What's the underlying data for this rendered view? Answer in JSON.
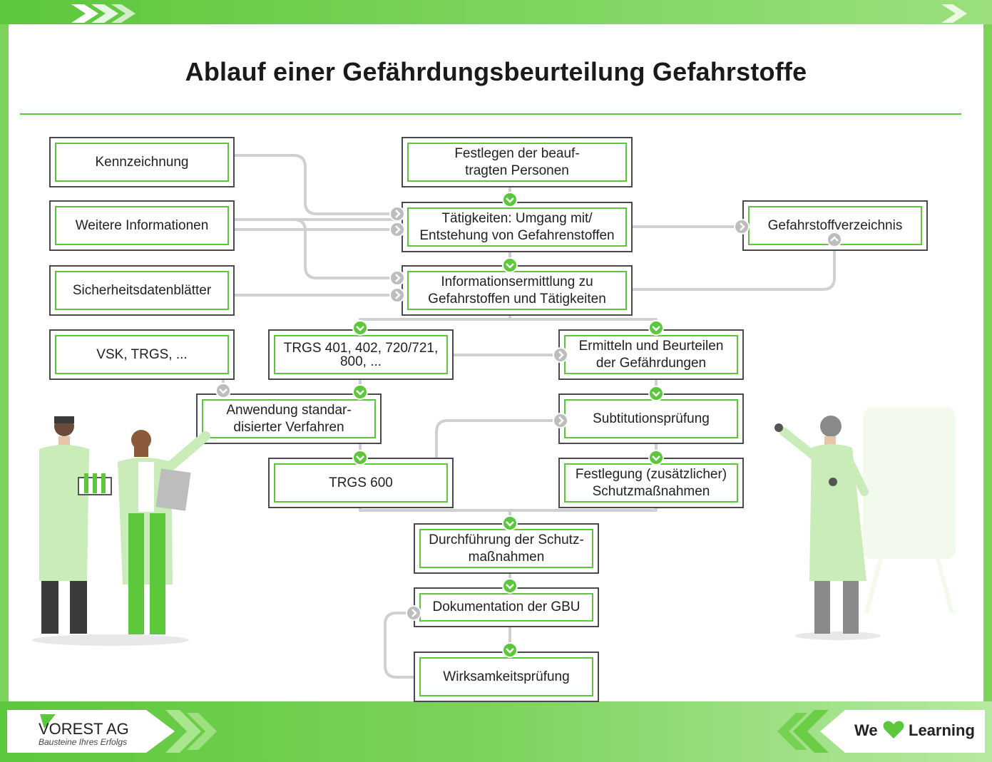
{
  "title": "Ablauf einer Gefährdungsbeurteilung Gefahrstoffe",
  "colors": {
    "accent": "#5cc73a",
    "border": "#4a4a4a",
    "connector": "#cccccc"
  },
  "boxes": {
    "kennzeichnung": "Kennzeichnung",
    "weitere": "Weitere Informationen",
    "sdb": "Sicherheitsdatenblätter",
    "vsk": "VSK, TRGS, ...",
    "festlegen": "Festlegen der beauf-\ntragten Personen",
    "taetigkeiten": "Tätigkeiten: Umgang mit/\nEntstehung von Gefahrenstoffen",
    "gefahrstoffverzeichnis": "Gefahrstoffverzeichnis",
    "informationsermittlung": "Informationsermittlung zu\nGefahrstoffen und Tätigkeiten",
    "trgs401": "TRGS 401, 402, 720/721,\n800, ...",
    "ermitteln": "Ermitteln und Beurteilen\nder Gefährdungen",
    "anwendung": "Anwendung standar-\ndisierter Verfahren",
    "subtitution": "Subtitutionsprüfung",
    "trgs600": "TRGS 600",
    "festlegung": "Festlegung (zusätzlicher)\nSchutzmaßnahmen",
    "durchfuehrung": "Durchführung der Schutz-\nmaßnahmen",
    "dokumentation": "Dokumentation der GBU",
    "wirksamkeit": "Wirksamkeitsprüfung"
  },
  "footer": {
    "brand": "VOREST AG",
    "brand_sub": "Bausteine Ihres Erfolgs",
    "slogan_we": "We",
    "slogan_learning": "Learning"
  },
  "icons": [
    "chevron-icon",
    "heart-icon",
    "scientist-illustration",
    "logo-triangle"
  ]
}
